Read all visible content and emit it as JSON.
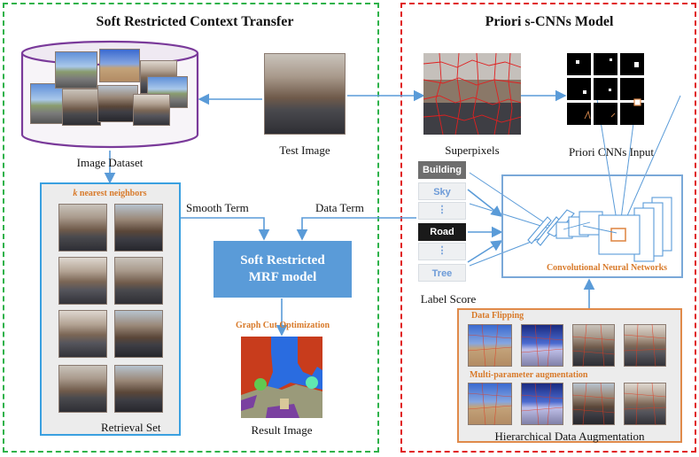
{
  "left_panel": {
    "title": "Soft Restricted Context Transfer",
    "image_dataset_label": "Image Dataset",
    "test_image_label": "Test Image",
    "knn_italic": "k",
    "knn_rest": " nearest neighbors",
    "retrieval_set_label": "Retrieval Set",
    "smooth_term_label": "Smooth Term",
    "data_term_label": "Data Term",
    "mrf_line1": "Soft Restricted",
    "mrf_line2": "MRF model",
    "graph_cut_label": "Graph Cut Optimization",
    "result_image_label": "Result Image"
  },
  "right_panel": {
    "title": "Priori s-CNNs Model",
    "superpixels_label": "Superpixels",
    "priori_input_label": "Priori CNNs Input",
    "label_score_caption": "Label Score",
    "label_scores": [
      "Building",
      "Sky",
      "⋮",
      "Road",
      "⋮",
      "Tree"
    ],
    "cnn_label": "Convolutional Neural Networks",
    "data_flipping_label": "Data Flipping",
    "multi_param_label": "Multi-parameter augmentation",
    "hier_aug_label": "Hierarchical Data Augmentation"
  },
  "colors": {
    "left_frame": "#2eb24a",
    "right_frame": "#e02020",
    "arrow_blue": "#5a9bd8",
    "dataset_cylinder": "#7a3a9a",
    "retrieval_border": "#3aa0e0",
    "augmentation_border": "#e08a4a",
    "cnn_box_border": "#7aa8d8"
  }
}
